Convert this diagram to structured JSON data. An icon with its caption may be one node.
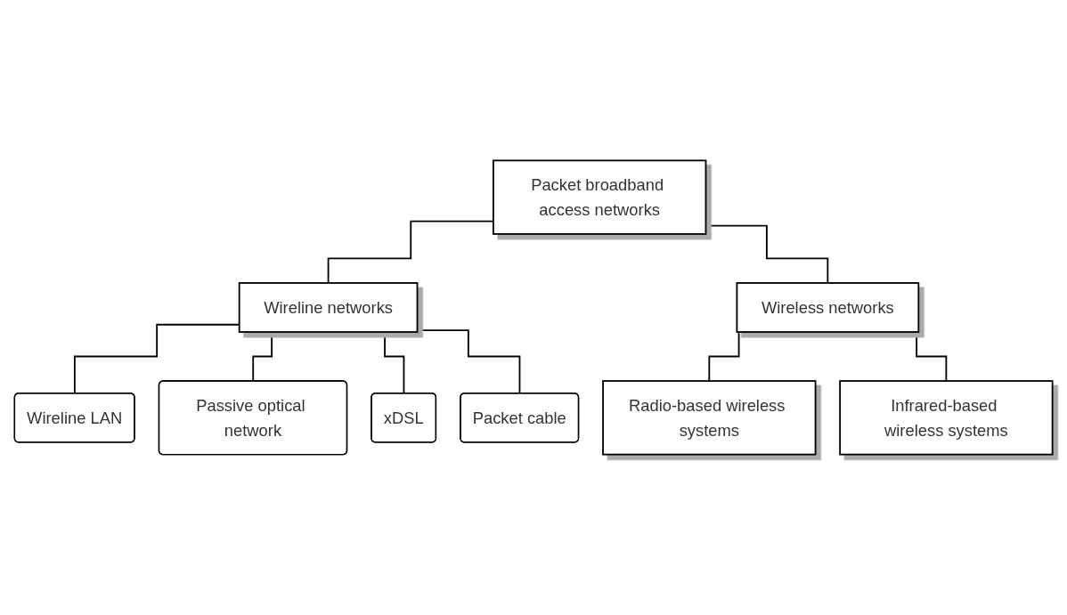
{
  "diagram": {
    "nodes": [
      {
        "text": [
          "Packet broadband access networks"
        ]
      },
      {
        "text": [
          "Wireline networks"
        ]
      },
      {
        "text": [
          "Wireless networks"
        ]
      },
      {
        "text": [
          "Wireline LAN"
        ]
      },
      {
        "text": [
          "Passive optical network"
        ]
      },
      {
        "text": [
          "xDSL"
        ]
      },
      {
        "text": [
          "Packet cable"
        ]
      },
      {
        "text": [
          "Radio-based wireless systems"
        ]
      },
      {
        "text": [
          "Infrared-based wireless systems"
        ]
      }
    ],
    "edges": [
      {
        "from": 0,
        "to": 1,
        "arrow": "none"
      },
      {
        "from": 0,
        "to": 2,
        "arrow": "none"
      },
      {
        "from": 1,
        "to": 3,
        "arrow": "none"
      },
      {
        "from": 1,
        "to": 4,
        "arrow": "none"
      },
      {
        "from": 1,
        "to": 5,
        "arrow": "none"
      },
      {
        "from": 1,
        "to": 6,
        "arrow": "none"
      },
      {
        "from": 2,
        "to": 7,
        "arrow": "none"
      },
      {
        "from": 2,
        "to": 8,
        "arrow": "none"
      }
    ]
  }
}
